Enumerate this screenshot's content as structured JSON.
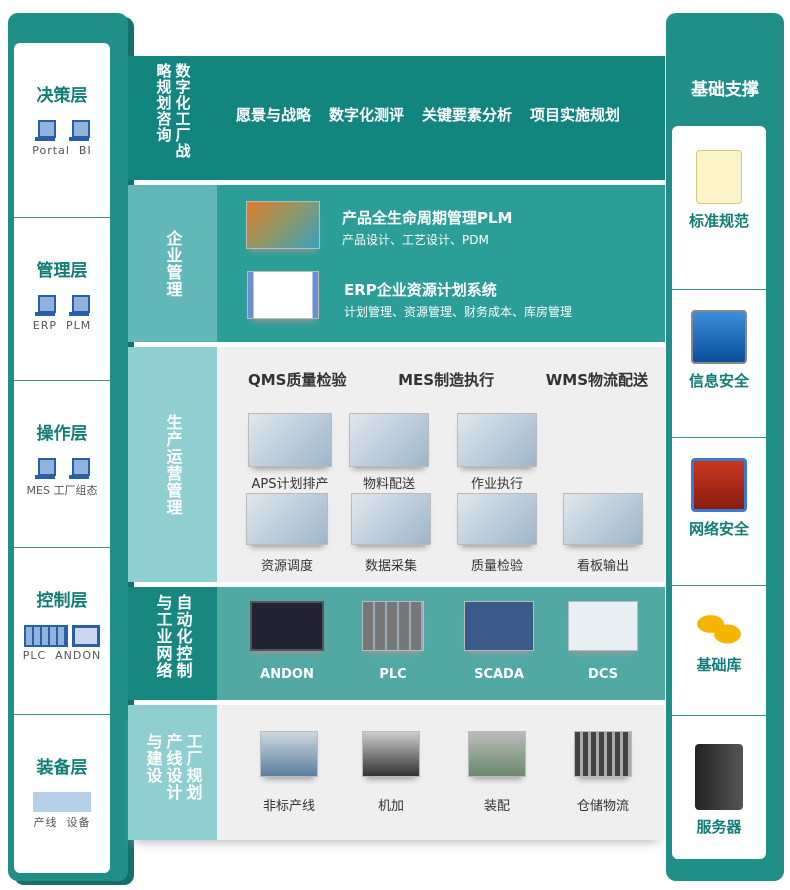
{
  "left": {
    "layers": [
      {
        "title": "决策层",
        "items": [
          "Portal",
          "BI"
        ]
      },
      {
        "title": "管理层",
        "items": [
          "ERP",
          "PLM"
        ]
      },
      {
        "title": "操作层",
        "items": [
          "MES",
          "工厂组态"
        ]
      },
      {
        "title": "控制层",
        "items": [
          "PLC",
          "ANDON"
        ]
      },
      {
        "title": "装备层",
        "items": [
          "产线",
          "设备"
        ]
      }
    ]
  },
  "strategy": {
    "label": "数字化工厂战略规划咨询",
    "items": [
      "愿景与战略",
      "数字化测评",
      "关键要素分析",
      "项目实施规划"
    ]
  },
  "enterprise": {
    "label": "企业管理",
    "systems": [
      {
        "title": "产品全生命周期管理PLM",
        "desc": "产品设计、工艺设计、PDM"
      },
      {
        "title": "ERP企业资源计划系统",
        "desc": "计划管理、资源管理、财务成本、库房管理"
      }
    ]
  },
  "production": {
    "label": "生产运营管理",
    "headers": [
      "QMS质量检验",
      "MES制造执行",
      "WMS物流配送"
    ],
    "row1": [
      "APS计划排产",
      "物料配送",
      "作业执行"
    ],
    "row2": [
      "资源调度",
      "数据采集",
      "质量检验",
      "看板输出"
    ]
  },
  "automation": {
    "label": "自动化控制与工业网络",
    "items": [
      "ANDON",
      "PLC",
      "SCADA",
      "DCS"
    ]
  },
  "factory": {
    "label": "工厂规划产线设计与建设",
    "items": [
      "非标产线",
      "机加",
      "装配",
      "仓储物流"
    ]
  },
  "right": {
    "title": "基础支撑",
    "items": [
      "标准规范",
      "信息安全",
      "网络安全",
      "基础库",
      "服务器"
    ]
  },
  "colors": {
    "dark_teal": "#13857f",
    "light_teal": "#62b8b8"
  }
}
